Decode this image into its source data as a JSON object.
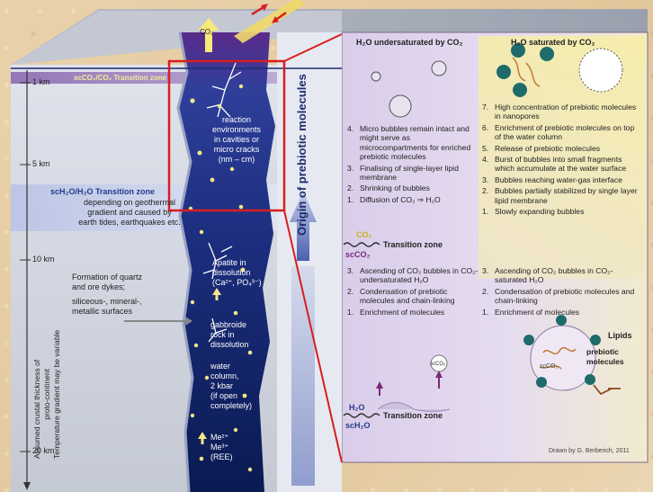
{
  "depth_labels": [
    "1 km",
    "5 km",
    "10 km",
    "20 km"
  ],
  "left_panel": {
    "top_zone": "scCO₂/CO₂ Transition zone",
    "mid_zone_title": "scH₂O/H₂O Transition zone",
    "mid_zone_text": [
      "depending on geothermal",
      "gradient and caused by",
      "earth tides, earthquakes etc."
    ],
    "formation": [
      "Formation of quartz",
      "and ore dykes;"
    ],
    "surfaces": [
      "siliceous-, mineral-,",
      "metallic surfaces"
    ],
    "axis_label_1": "Assumed crustal thickness of",
    "axis_label_2": "proto-continent",
    "axis_label_3": "Temperature gradient may be variable"
  },
  "column": {
    "top_gas": "CO₂",
    "reaction": [
      "reaction",
      "environments",
      "in cavities or",
      "micro cracks",
      "(nm – cm)"
    ],
    "apatite": [
      "Apatite in",
      "dissolution",
      "(Ca²⁺, PO₄³⁻)"
    ],
    "gabbro": [
      "gabbroide",
      "rock in",
      "dissolution"
    ],
    "water": [
      "water",
      "column,",
      "2 kbar",
      "(if open",
      "completely)"
    ],
    "metals": [
      "Me²⁺",
      "Me³⁺",
      "(REE)"
    ]
  },
  "origin_label": "Origin of prebiotic molecules",
  "right_panel": {
    "heading_left": "H₂O undersaturated by CO₂",
    "heading_right": "H₂O saturated by CO₂",
    "list_upper_left": [
      {
        "n": "4.",
        "text": "Micro bubbles remain intact and might serve as microcompartments for enriched prebiotic molecules"
      },
      {
        "n": "3.",
        "text": "Finalising of single-layer lipid membrane"
      },
      {
        "n": "2.",
        "text": "Shrinking of bubbles"
      },
      {
        "n": "1.",
        "text": "Diffusion of CO₂ ⇒ H₂O"
      }
    ],
    "list_upper_right": [
      {
        "n": "7.",
        "text": "High concentration of prebiotic molecules in nanopores"
      },
      {
        "n": "6.",
        "text": "Enrichment of prebiotic molecules on top of the water column"
      },
      {
        "n": "5.",
        "text": "Release of prebiotic molecules"
      },
      {
        "n": "4.",
        "text": "Burst of bubbles into small fragments which accumulate at the water surface"
      },
      {
        "n": "3.",
        "text": "Bubbles reaching water-gas interface"
      },
      {
        "n": "2.",
        "text": "Bubbles partially stabilized by single layer lipid membrane"
      },
      {
        "n": "1.",
        "text": "Slowly expanding bubbles"
      }
    ],
    "tz_top_co2": "CO₂",
    "tz_top_label": "Transition zone",
    "tz_top_scco2": "scCO₂",
    "list_lower_left": [
      {
        "n": "3.",
        "text": "Ascending of CO₂ bubbles in CO₂-undersaturated H₂O"
      },
      {
        "n": "2.",
        "text": "Condensation of prebiotic molecules and chain-linking"
      },
      {
        "n": "1.",
        "text": "Enrichment of molecules"
      }
    ],
    "list_lower_right": [
      {
        "n": "3.",
        "text": "Ascending of CO₂ bubbles in CO₂-saturated H₂O"
      },
      {
        "n": "2.",
        "text": "Condensation of prebiotic molecules and chain-linking"
      },
      {
        "n": "1.",
        "text": "Enrichment of molecules"
      }
    ],
    "lipids": "Lipids",
    "prebiotic": [
      "prebiotic",
      "molecules"
    ],
    "scco2_small": "scCO₂",
    "tz_bottom_h2o": "H₂O",
    "tz_bottom_label": "Transition zone",
    "tz_bottom_sch2o": "scH₂O",
    "credit": "Drawn by G. Berberich, 2011"
  },
  "colors": {
    "column_dark": "#0d1f5c",
    "column_mid": "#2a3d8c",
    "highlight_red": "#d81e1e",
    "transition_purple": "#8a6ab0",
    "panel_lavender": "#d8cce6",
    "panel_yellow": "#f4e9a8"
  }
}
